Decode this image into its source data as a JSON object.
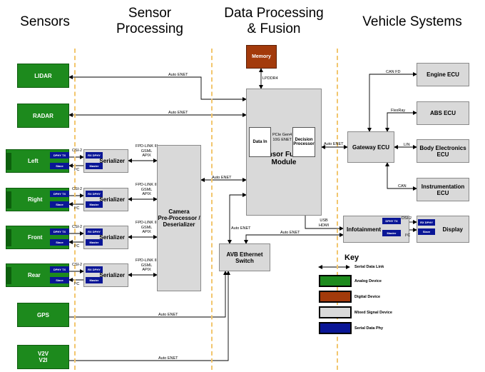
{
  "columns": {
    "sensors": "Sensors",
    "sensor_processing_1": "Sensor",
    "sensor_processing_2": "Processing",
    "fusion_1": "Data Processing",
    "fusion_2": "& Fusion",
    "vehicle": "Vehicle Systems"
  },
  "sensors": {
    "lidar": "LIDAR",
    "radar": "RADAR",
    "left": "Left",
    "right": "Right",
    "front": "Front",
    "rear": "Rear",
    "gps": "GPS",
    "v2v_1": "V2V",
    "v2v_2": "V2I"
  },
  "cam": {
    "dphy": "DPHY",
    "tx": "TX",
    "slave": "Slave"
  },
  "serializer": {
    "label": "Serializer",
    "rx": "RX",
    "dphy": "DPHY",
    "master": "Master"
  },
  "links": {
    "csi2": "CSI-2",
    "i2c": "I²C",
    "fpd_1": "FPD-LINK III",
    "fpd_2": "GSML",
    "fpd_3": "APIX",
    "auto_enet": "Auto ENET",
    "lpddr4": "LPDDR4",
    "pcie_1": "PCIe Gen4",
    "pcie_2": "10G ENET",
    "usb": "USB",
    "hdmi": "HDMI",
    "can_fd": "CAN FD",
    "flexray": "FlexRay",
    "lin": "LIN",
    "can": "CAN",
    "dsi2": "DSI-2"
  },
  "blocks": {
    "camera_1": "Camera",
    "camera_2": "Pre-Processor /",
    "camera_3": "Deserializer",
    "memory": "Memory",
    "fusion_1": "Sensor Fusion",
    "fusion_2": "Module",
    "data_in": "Data In",
    "decision_1": "Decision",
    "decision_2": "Processor",
    "avb_1": "AVB Ethernet",
    "avb_2": "Switch",
    "gateway": "Gateway ECU",
    "engine": "Engine ECU",
    "abs": "ABS ECU",
    "body_1": "Body Electronics",
    "body_2": "ECU",
    "instr_1": "Instrumentation",
    "instr_2": "ECU",
    "infotainment": "Infotainment",
    "display": "Display",
    "info_dphy": "DPHY",
    "info_tx": "TX",
    "info_master": "Master",
    "disp_rx": "RX",
    "disp_dphy": "DPHY",
    "disp_slave": "Slave"
  },
  "key": {
    "title": "Key",
    "serial": "Serial Data Link",
    "analog": "Analog Device",
    "digital": "Digital Device",
    "mixed": "Mixed Signal Device",
    "phy": "Serial Data Phy"
  },
  "colors": {
    "analog": "#1d8a1d",
    "digital": "#a33a0b",
    "mixed": "#d9d9d9",
    "phy": "#0a1696",
    "divider": "#f2c66d"
  }
}
